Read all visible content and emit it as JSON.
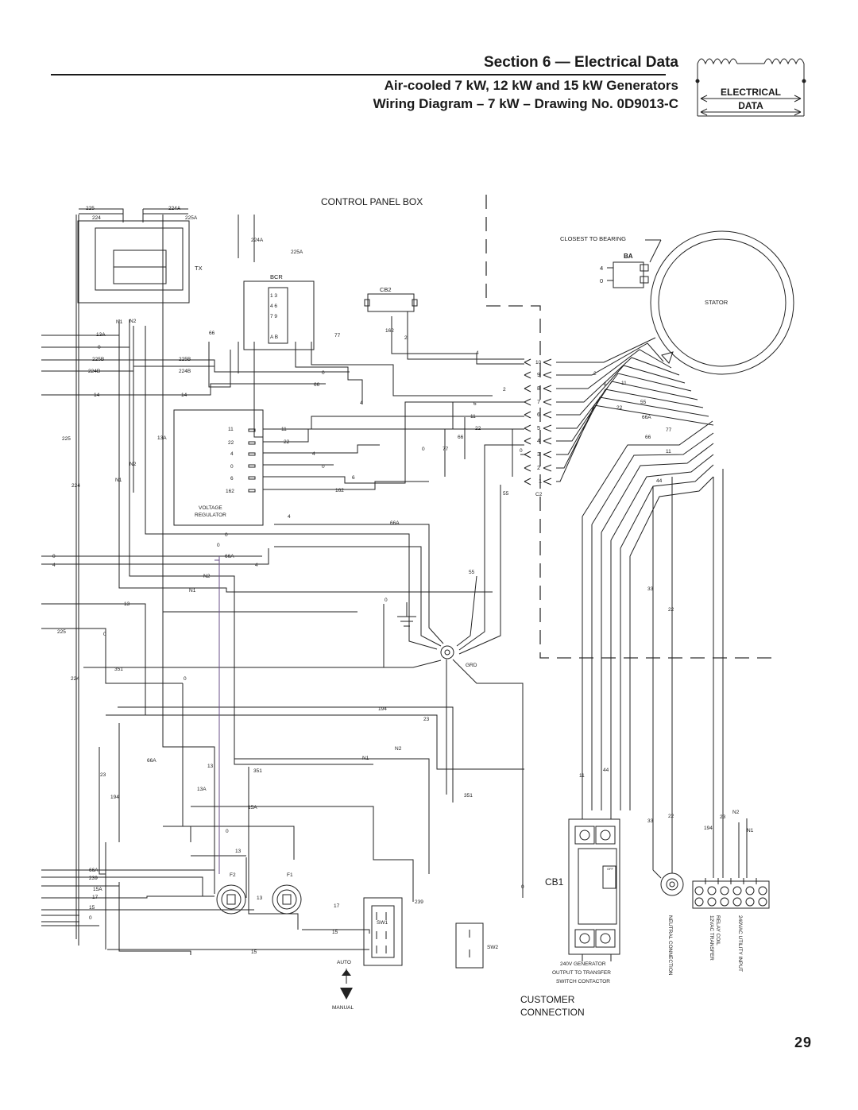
{
  "header": {
    "section_title": "Section 6 — Electrical Data",
    "subtitle_line1": "Air-cooled 7 kW, 12 kW and 15 kW Generators",
    "subtitle_line2": "Wiring Diagram – 7 kW – Drawing No. 0D9013-C",
    "badge_line1": "ELECTRICAL",
    "badge_line2": "DATA"
  },
  "diagram": {
    "control_panel_box": "CONTROL PANEL BOX",
    "closest_to_bearing": "CLOSEST TO BEARING",
    "ba": "BA",
    "stator": "STATOR",
    "tx": "TX",
    "bcr": "BCR",
    "cb2": "CB2",
    "c2": "C2",
    "grd": "GRD",
    "voltage_regulator_1": "VOLTAGE",
    "voltage_regulator_2": "REGULATOR",
    "cb1": "CB1",
    "f1": "F1",
    "f2": "F2",
    "sw1": "SW1",
    "sw2": "SW2",
    "auto": "AUTO",
    "manual": "MANUAL",
    "customer_1": "CUSTOMER",
    "customer_2": "CONNECTION",
    "gen_out_1": "240V GENERATOR",
    "gen_out_2": "OUTPUT TO TRANSFER",
    "gen_out_3": "SWITCH CONTACTOR",
    "neutral_connection": "NEUTRAL CONNECTION",
    "relay_coil_1": "12VAC TRANSFER",
    "relay_coil_2": "RELAY COIL",
    "utility_input": "240VAC UTILITY INPUT",
    "off": "OFF"
  },
  "page_number": "29"
}
